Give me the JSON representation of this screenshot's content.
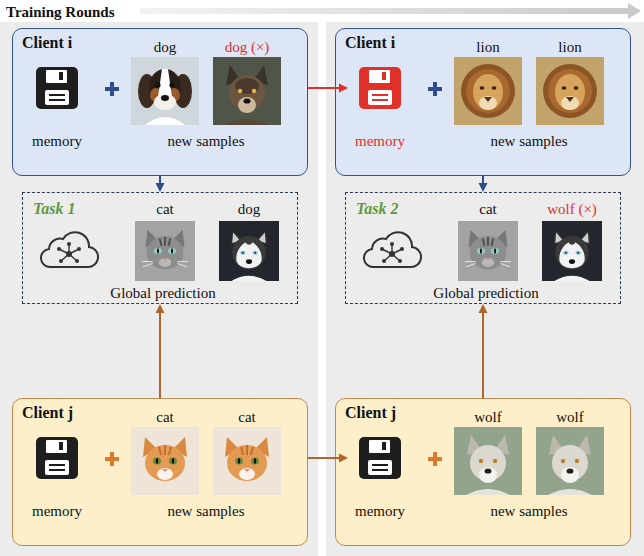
{
  "diagram": {
    "title": "Training Rounds",
    "nodes": [
      {
        "text": [
          "Client i",
          "dog",
          "dog (×)",
          "new samples"
        ]
      },
      {
        "text": [
          "memory"
        ],
        "in": 0
      },
      {
        "text": [
          "Client i",
          "lion",
          "lion",
          "new samples"
        ]
      },
      {
        "text": [
          "memory"
        ],
        "in": 2
      },
      {
        "text": [
          "Task 1",
          "cat",
          "dog",
          "Global prediction"
        ]
      },
      {
        "text": [
          "Task 2",
          "cat",
          "wolf (×)",
          "Global prediction"
        ]
      },
      {
        "text": [
          "Client j",
          "cat",
          "cat",
          "new samples"
        ]
      },
      {
        "text": [
          "memory"
        ],
        "in": 6
      },
      {
        "text": [
          "Client j",
          "wolf",
          "wolf",
          "new samples"
        ]
      },
      {
        "text": [
          "memory"
        ],
        "in": 8
      }
    ],
    "edges": [
      {
        "from": 0,
        "to": 4,
        "arrow": "to"
      },
      {
        "from": 6,
        "to": 4,
        "arrow": "to"
      },
      {
        "from": 2,
        "to": 5,
        "arrow": "to"
      },
      {
        "from": 8,
        "to": 5,
        "arrow": "to"
      },
      {
        "from": 0,
        "to": 3,
        "arrow": "to"
      },
      {
        "from": 6,
        "to": 9,
        "arrow": "to"
      }
    ]
  }
}
